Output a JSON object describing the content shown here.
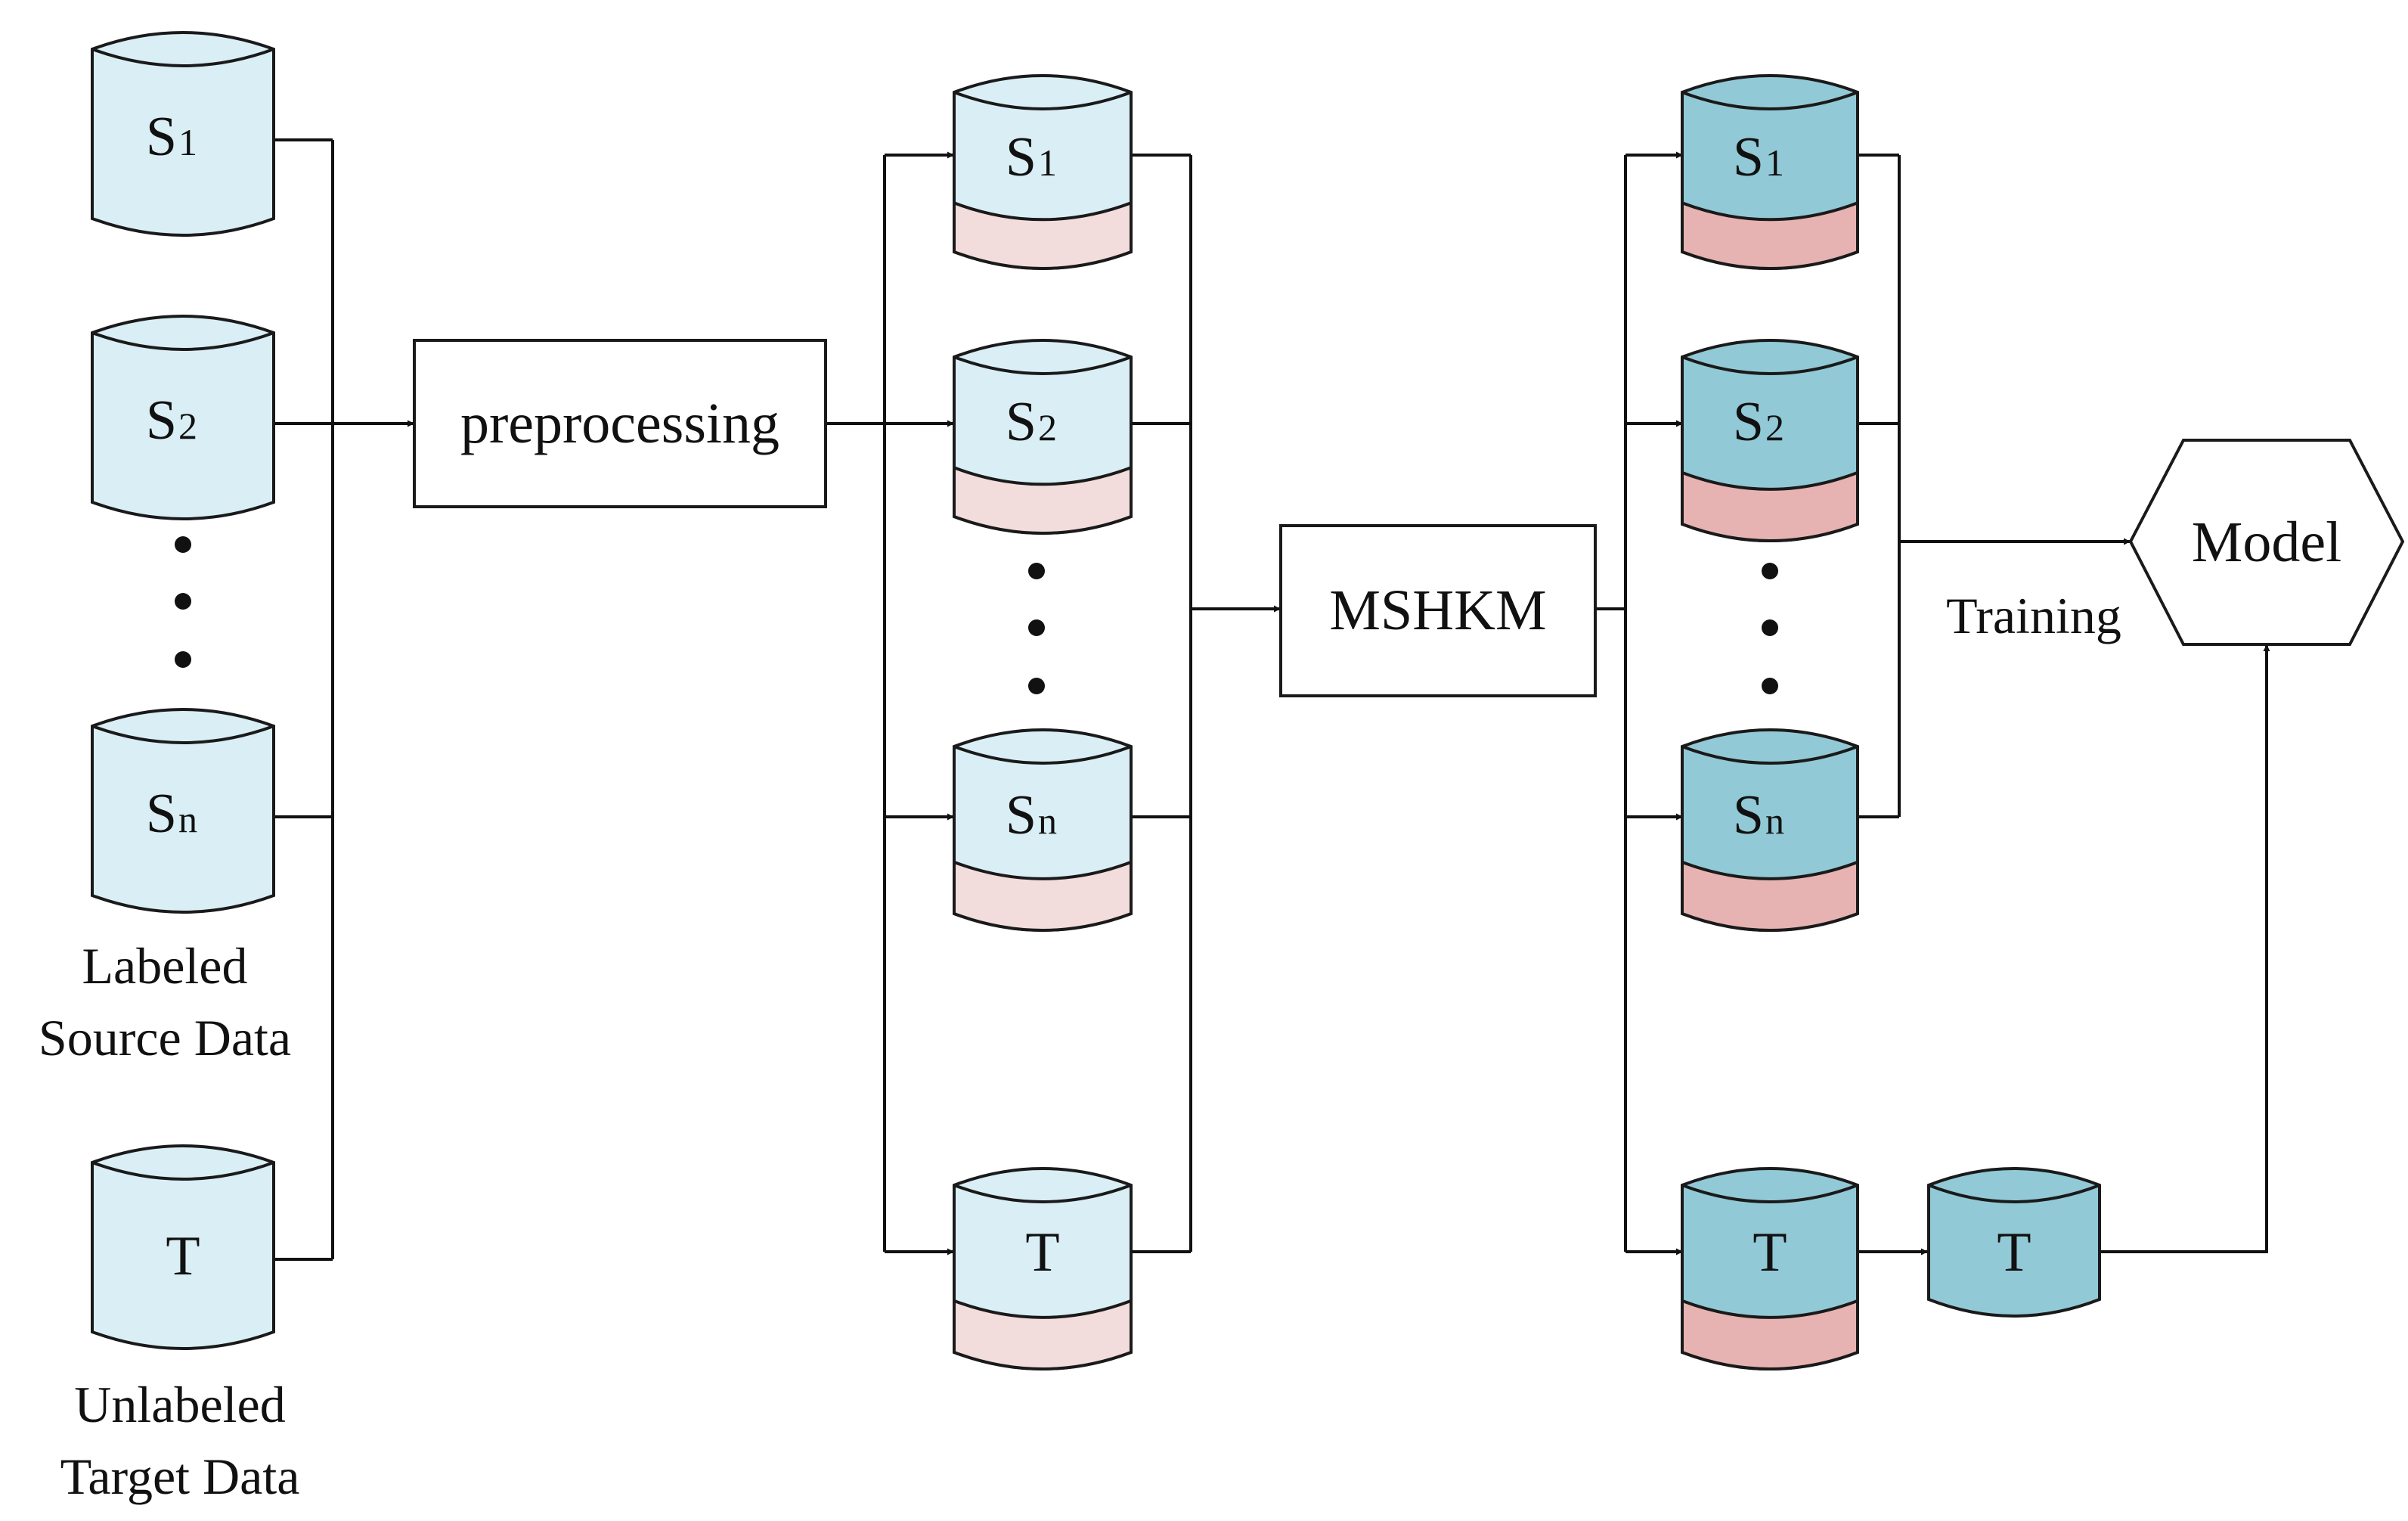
{
  "colors": {
    "db_light": "#daeef5",
    "db_dark": "#92c9d6",
    "band_light": "#f3dcdc",
    "band_dark": "#e6b3b2",
    "stroke": "#1a1a1a"
  },
  "labels": {
    "s": "S",
    "sub1": "1",
    "sub2": "2",
    "subn": "n",
    "t": "T"
  },
  "captions": {
    "labeled_1": "Labeled",
    "labeled_2": "Source Data",
    "unlabeled_1": "Unlabeled",
    "unlabeled_2": "Target Data",
    "training": "Training"
  },
  "boxes": {
    "preprocessing": "preprocessing",
    "mshkm": "MSHKM",
    "model": "Model"
  }
}
